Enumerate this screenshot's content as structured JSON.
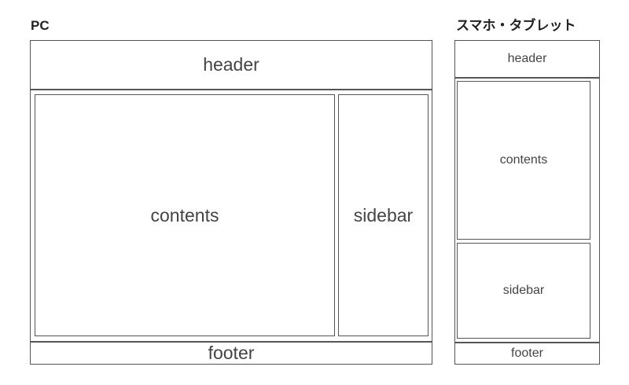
{
  "pc": {
    "title": "PC",
    "header": "header",
    "contents": "contents",
    "sidebar": "sidebar",
    "footer": "footer"
  },
  "sp": {
    "title": "スマホ・タブレット",
    "header": "header",
    "contents": "contents",
    "sidebar": "sidebar",
    "footer": "footer"
  }
}
